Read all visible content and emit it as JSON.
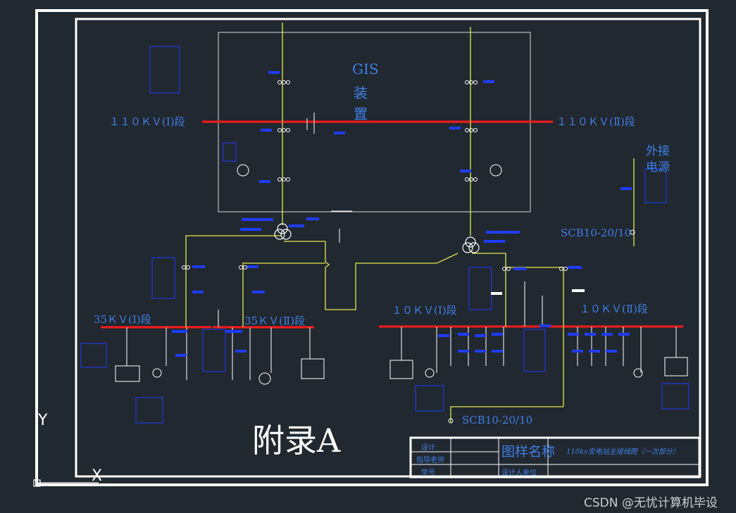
{
  "labels": {
    "gis_1": "GIS",
    "gis_2": "装",
    "gis_3": "置",
    "bus_110_1": "１１０ＫＶ(Ⅰ)段",
    "bus_110_2": "１１０ＫＶ(Ⅱ)段",
    "ext_1": "外接",
    "ext_2": "电源",
    "scb_upper": "SCB10-20/10",
    "scb_lower": "SCB10-20/10",
    "bus_35_1": "35ＫＶ(Ⅰ)段",
    "bus_35_2": "35ＫＶ(Ⅱ)段",
    "bus_10_1": "１０ＫＶ(Ⅰ)段",
    "bus_10_2": "１０ＫＶ(Ⅱ)段"
  },
  "appendix_title": "附录A",
  "title_block": {
    "design": "设计",
    "advisor": "指导老师",
    "student_id": "学号",
    "drawing_name": "图样名称",
    "designer_unit": "设计人单位",
    "drawing_title": "110kv变电站主接线图（一次部分）"
  },
  "axis": {
    "y": "Y",
    "x": "X"
  },
  "watermark": "CSDN @无忧计算机毕设",
  "colors": {
    "background": "#212830",
    "frame": "#ffffff",
    "bus": "#ff1a1a",
    "feeder": "#e6e64d",
    "text_blue": "#3f7fe6",
    "highlight": "#1e3cff"
  }
}
